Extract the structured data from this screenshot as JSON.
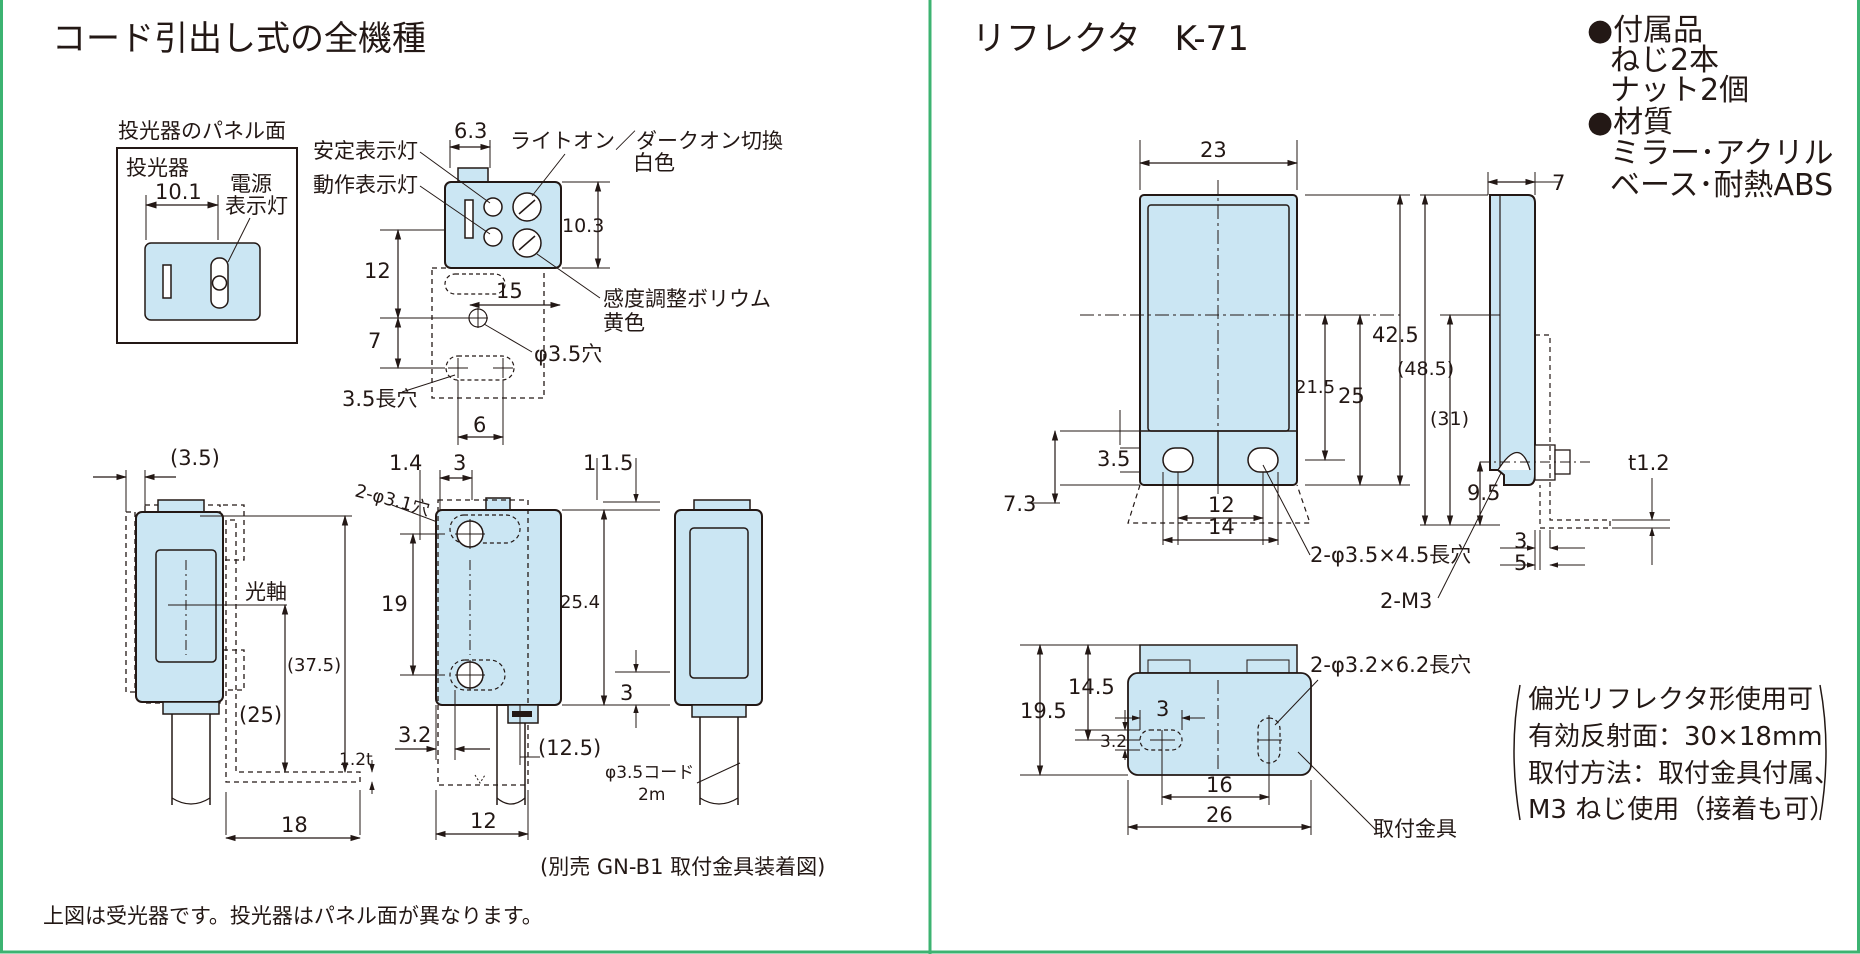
{
  "colors": {
    "border": "#3cb371",
    "body_fill": "#cbe6f3",
    "line": "#231815"
  },
  "left": {
    "title": "コード引出し式の全機種",
    "panel": {
      "caption": "投光器のパネル面",
      "box_title": "投光器",
      "dim_10_1": "10.1",
      "lamp_label_1": "電源",
      "lamp_label_2": "表示灯"
    },
    "top_view": {
      "d_6_3": "6.3",
      "stable_lamp": "安定表示灯",
      "action_lamp": "動作表示灯",
      "switch_label": "ライトオン／ダークオン切換",
      "switch_color": "白色",
      "d_10_3": "10.3",
      "d_12": "12",
      "d_15": "15",
      "sens_label": "感度調整ボリウム",
      "sens_color": "黄色",
      "d_7": "7",
      "hole": "φ3.5穴",
      "slot": "3.5長穴",
      "d_6": "6"
    },
    "side_view": {
      "d_3_5": "(3.5)",
      "optical_axis": "光軸",
      "d_37_5": "(37.5)",
      "d_25": "(25)",
      "d_1_2t": "1.2t",
      "d_18": "18"
    },
    "front_view": {
      "d_1_4": "1.4",
      "d_3": "3",
      "holes": "2-φ3.1穴",
      "d_19": "19",
      "d_3_2": "3.2",
      "d_25_4": "25.4",
      "d_12_5": "(12.5)",
      "d_12": "12",
      "d_1": "1",
      "d_1_5": "1.5",
      "d_3b": "3",
      "cord_1": "φ3.5コード",
      "cord_2": "2m"
    },
    "bracket_note": "(別売 GN-B1 取付金具装着図)",
    "footnote": "上図は受光器です。投光器はパネル面が異なります。"
  },
  "right": {
    "title": "リフレクタ　K-71",
    "accessories": {
      "heading": "●付属品",
      "item1": "ねじ2本",
      "item2": "ナット2個",
      "material_heading": "●材質",
      "mat1": "ミラー･アクリル",
      "mat2": "ベース･耐熱ABS"
    },
    "front": {
      "d_23": "23",
      "d_42_5": "42.5",
      "d_48_5": "(48.5)",
      "d_21_5": "21.5",
      "d_25": "25",
      "d_31": "(31)",
      "d_3_5": "3.5",
      "d_7_3": "7.3",
      "d_12": "12",
      "d_14": "14",
      "slots": "2-φ3.5×4.5長穴",
      "screws": "2-M3"
    },
    "side": {
      "d_7": "7",
      "d_9_5": "9.5",
      "d_t1_2": "t1.2",
      "d_3": "3",
      "d_5": "5"
    },
    "bracket": {
      "d_19_5": "19.5",
      "d_14_5": "14.5",
      "d_3": "3",
      "d_3_2": "3.2",
      "slots": "2-φ3.2×6.2長穴",
      "d_16": "16",
      "d_26": "26",
      "label": "取付金具"
    },
    "spec": {
      "line1": "偏光リフレクタ形使用可",
      "line2": "有効反射面：30×18mm",
      "line3": "取付方法：取付金具付属、",
      "line4": "M3 ねじ使用（接着も可）"
    }
  }
}
